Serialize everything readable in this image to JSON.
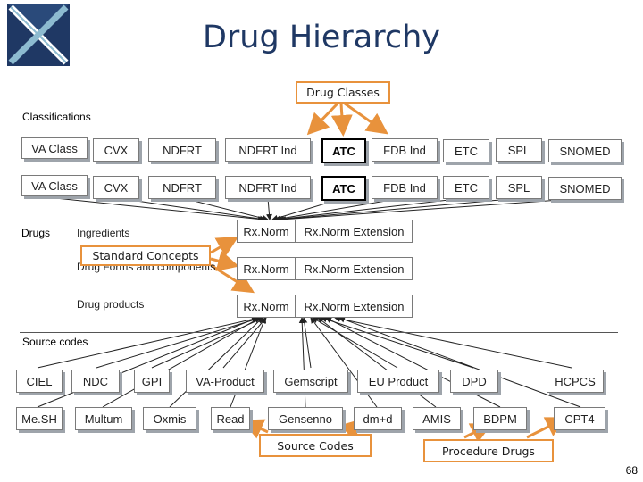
{
  "title": "Drug Hierarchy",
  "callouts": {
    "drug_classes": "Drug Classes",
    "standard_concepts": "Standard Concepts",
    "source_codes": "Source Codes",
    "procedure_drugs": "Procedure Drugs"
  },
  "sections": {
    "classifications": "Classifications",
    "drugs": "Drugs",
    "source_codes": "Source codes"
  },
  "class_row_1": [
    "VA Class",
    "CVX",
    "NDFRT",
    "NDFRT Ind",
    "ATC",
    "FDB Ind",
    "ETC",
    "SPL",
    "SNOMED"
  ],
  "class_row_2": [
    "VA Class",
    "CVX",
    "NDFRT",
    "NDFRT Ind",
    "ATC",
    "FDB Ind",
    "ETC",
    "SPL",
    "SNOMED"
  ],
  "drug_levels": [
    {
      "label": "Ingredients",
      "rxnorm": "Rx.Norm",
      "extension": "Rx.Norm Extension"
    },
    {
      "label": "Drug Forms and components",
      "rxnorm": "Rx.Norm",
      "extension": "Rx.Norm Extension"
    },
    {
      "label": "Drug products",
      "rxnorm": "Rx.Norm",
      "extension": "Rx.Norm Extension"
    }
  ],
  "source_row_1": [
    "CIEL",
    "NDC",
    "GPI",
    "VA-Product",
    "Gemscript",
    "EU Product",
    "DPD",
    "HCPCS"
  ],
  "source_row_2": [
    "Me.SH",
    "Multum",
    "Oxmis",
    "Read",
    "Gensenno",
    "dm+d",
    "AMIS",
    "BDPM",
    "CPT4"
  ],
  "page_number": "68",
  "colors": {
    "title": "#1f3864",
    "callout_border": "#e8923c",
    "arrow": "#e8923c",
    "logo_navy": "#1f3864",
    "logo_teal": "#8dbbd0"
  }
}
